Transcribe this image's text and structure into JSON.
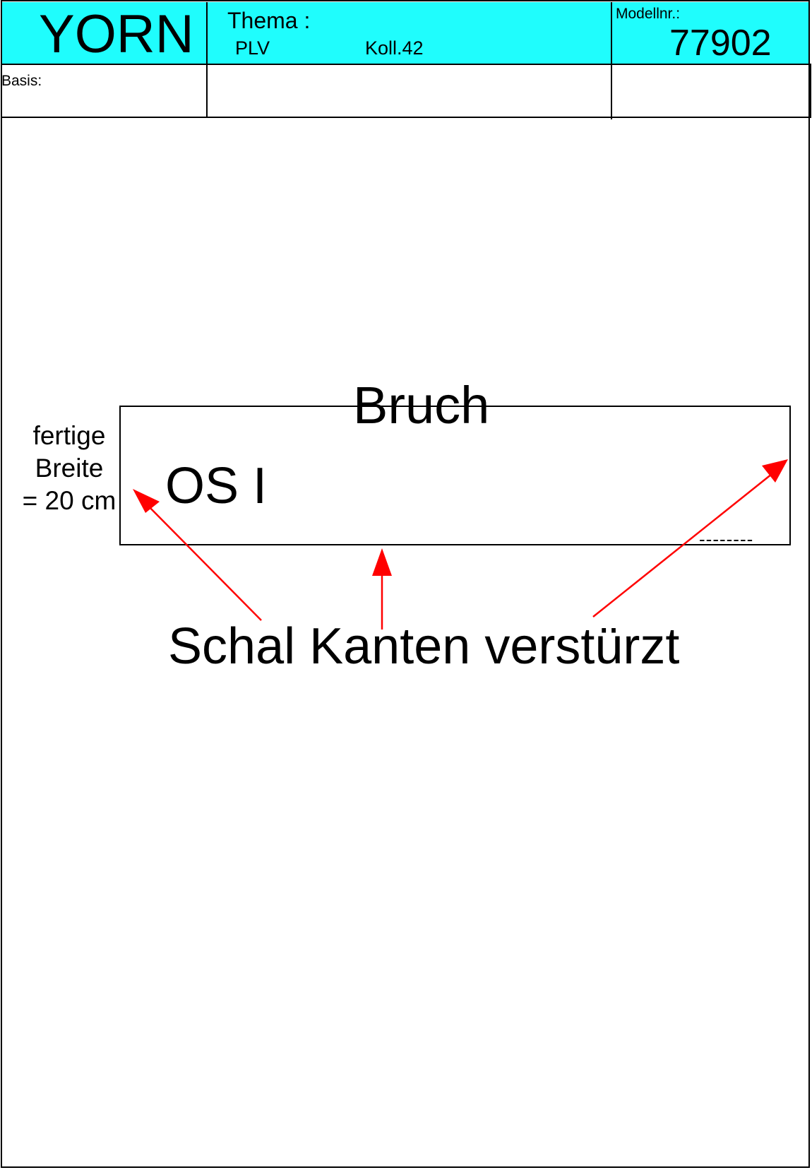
{
  "header": {
    "brand": "YORN",
    "thema_label": "Thema :",
    "thema_values": [
      "PLV",
      "Koll.42"
    ],
    "model_label": "Modellnr.:",
    "model_number": "77902",
    "basis_label": "Basis:",
    "header_color": "#1ffdfd"
  },
  "drawing": {
    "fold_label": "Bruch",
    "piece_label": "OS I",
    "width_note": "fertige\nBreite\n= 20 cm",
    "seam_marks": "--------",
    "callout_text": "Schal Kanten verstürzt",
    "arrow_color": "#ff0000"
  }
}
